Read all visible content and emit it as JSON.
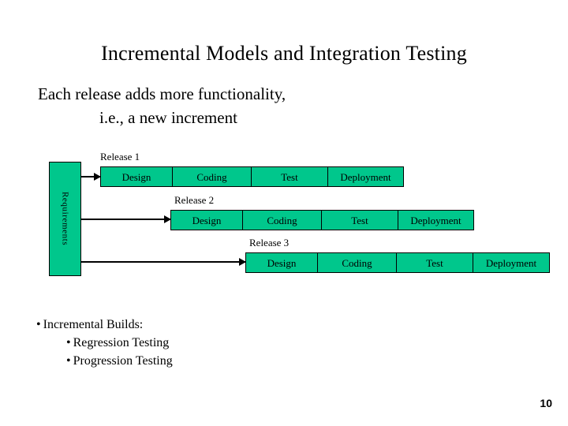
{
  "slide": {
    "title": "Incremental Models and Integration Testing",
    "page_number": "10",
    "accent_color": "#00c78c",
    "line_color": "#000000",
    "background_color": "#ffffff"
  },
  "subtitle": {
    "line_1": "Each release adds more functionality,",
    "line_2": "i.e., a new increment"
  },
  "diagram": {
    "requirements_label": "Requirements",
    "releases": [
      {
        "label": "Release 1",
        "phases": [
          "Design",
          "Coding",
          "Test",
          "Deployment"
        ]
      },
      {
        "label": "Release 2",
        "phases": [
          "Design",
          "Coding",
          "Test",
          "Deployment"
        ]
      },
      {
        "label": "Release 3",
        "phases": [
          "Design",
          "Coding",
          "Test",
          "Deployment"
        ]
      }
    ]
  },
  "bullets": {
    "mark_level_1": "•",
    "mark_level_2": "•",
    "item_1": "Incremental Builds:",
    "item_2": "Regression Testing",
    "item_3": "Progression Testing"
  }
}
